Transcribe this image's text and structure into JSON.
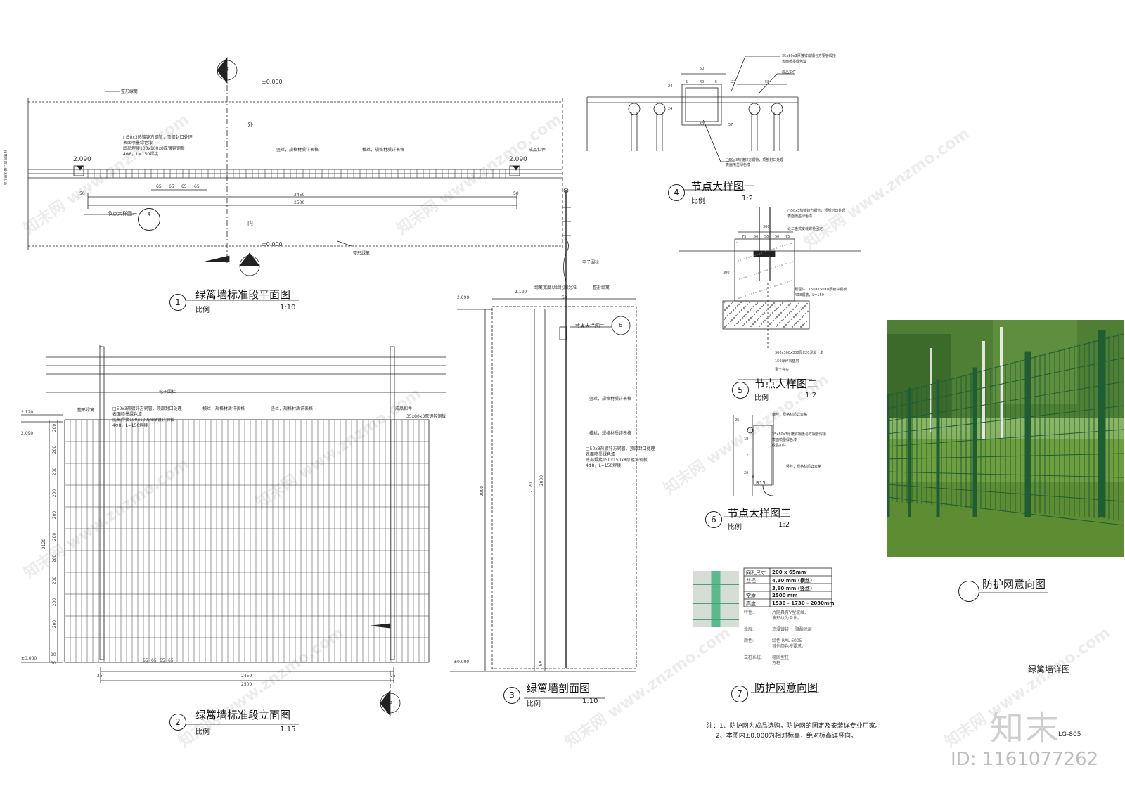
{
  "drawing_code": "LG-805",
  "sheet_title": "绿篱墙详图",
  "brand": "知末",
  "id_label": "ID: 1161077262",
  "watermark": "知末网 www.znzmo.com",
  "views": {
    "v1": {
      "num": "1",
      "title": "绿篱墙标准段平面图",
      "scale_label": "比例",
      "scale": "1:10"
    },
    "v2": {
      "num": "2",
      "title": "绿篱墙标准段立面图",
      "scale_label": "比例",
      "scale": "1:15"
    },
    "v3": {
      "num": "3",
      "title": "绿篱墙剖面图",
      "scale_label": "比例",
      "scale": "1:10"
    },
    "v4": {
      "num": "4",
      "title": "节点大样图一",
      "scale_label": "比例",
      "scale": "1:2"
    },
    "v5": {
      "num": "5",
      "title": "节点大样图二",
      "scale_label": "比例",
      "scale": "1:2"
    },
    "v6": {
      "num": "6",
      "title": "节点大样图三",
      "scale_label": "比例",
      "scale": "1:2"
    },
    "v7": {
      "num": "7",
      "title": "防护网意向图"
    },
    "photo": {
      "title": "防护网意向图"
    }
  },
  "plan": {
    "elev_top": "±0.000",
    "elev_bot": "±0.000",
    "level_l": "2.090",
    "level_r": "2.090",
    "dims": [
      "65",
      "65",
      "65",
      "65"
    ],
    "dim_2450": "2450",
    "dim_2500": "2500",
    "dim_50l": "50",
    "dim_50r": "50",
    "outer": "外",
    "inner": "内",
    "hedge_top": "整形绿篱",
    "hedge_bot": "整形绿篱",
    "side_note": "绿篱宽度以绿化图为准",
    "post_note": [
      "□50x3热镀锌方钢管，顶部封口处理",
      "表面喷墨绿色漆",
      "底部焊接100x100x8厚镀锌钢板",
      "4Φ8，L=150焊接"
    ],
    "vert_wire": "竖丝，规格材质详表格",
    "horiz_wire": "横丝，规格材质详表格",
    "product": "成品扣件",
    "node_ref": "节点大样图一",
    "node_ref_num": "4",
    "sec_top": "3",
    "sec_bot": "2"
  },
  "elevation": {
    "fence_label": "电子围栏",
    "hedge": "整形绿篱",
    "post_note": [
      "□50x3热镀锌方钢管，顶部封口处理",
      "表面喷墨绿色漆",
      "底部焊接100x100x8厚镀锌钢板",
      "4Φ8，L=150焊接"
    ],
    "horiz_wire": "横丝，规格材质详表格",
    "vert_wire": "竖丝，规格材质详表格",
    "product": "成品扣件",
    "flat_bar": "35x80x3厚镀锌钢板",
    "lv_2120": "2.120",
    "lv_2090": "2.090",
    "lv_0": "±0.000",
    "rows": [
      "200",
      "200",
      "200",
      "200",
      "200",
      "200",
      "200",
      "200",
      "200",
      "200"
    ],
    "h_total": "2120",
    "bottom_rows": [
      "90",
      "30"
    ],
    "dims": [
      "65",
      "65",
      "65",
      "65"
    ],
    "dim_2450": "2450",
    "dim_2500": "2500",
    "dim_25l": "25",
    "dim_25r": "25",
    "sec_mark": "5"
  },
  "section": {
    "dim_top": "2.120",
    "lv_2090": "2.090",
    "lv_0": "±0.000",
    "hedge_note": "绿篱宽度以绿化图为准",
    "hedge": "整形绿篱",
    "fence": "电子围栏",
    "node_ref": "节点大样图三",
    "node_ref_num": "6",
    "vert_wire": "竖丝，规格材质详表格",
    "horiz_wire": "横丝，规格材质详表格",
    "post_note": [
      "□50x3热镀锌方钢管，顶部封口处理",
      "表面喷墨绿色漆",
      "底部焊接150x150x8厚镀锌钢板",
      "4Φ8，L=150焊接"
    ],
    "dim_50": "50",
    "h_2090": "2090",
    "h_2120": "2120",
    "h_2000": "2000",
    "h_90": "90"
  },
  "node1": {
    "note1": "35x80x3厚镀锌扁钢与方钢管焊接",
    "note2": "表面喷墨绿色漆",
    "note3": "成品扣件",
    "note4": [
      "□50x3热镀锌方钢管，顶部封口处理",
      "表面喷墨绿色漆"
    ],
    "dims": [
      "50",
      "5",
      "40",
      "5",
      "50",
      "22",
      "58",
      "24",
      "24",
      "57"
    ]
  },
  "node2": {
    "note1": [
      "□50x3热镀锌方钢管，顶部封口处理",
      "表面喷墨绿色漆"
    ],
    "note2": "设三盘式安装螺栓固定",
    "note3": [
      "预埋件：150X150X8厚镀锌钢板",
      "4Φ8钢筋，L=150"
    ],
    "note4": [
      "300x300x300厚C20混凝土墩",
      "150厚碎石垫层",
      "素土夯实"
    ],
    "dims": [
      "75",
      "50",
      "50",
      "50",
      "75"
    ],
    "d300": "300",
    "d_side": "300"
  },
  "node3": {
    "n1": "横丝，规格材质详表格",
    "n2": [
      "35x80x3厚镀锌钢板与方钢管焊接",
      "表面喷墨绿色漆",
      "成品扣件"
    ],
    "n3": "竖丝，规格材质详表格",
    "dims": [
      "25",
      "18",
      "17",
      "26",
      "6"
    ],
    "r": "R15"
  },
  "spec": {
    "rows": [
      {
        "k": "网孔尺寸",
        "v": "200 x 65mm"
      },
      {
        "k": "丝径",
        "v": "4,30 mm (横丝)"
      },
      {
        "k": "",
        "v": "3,60 mm (竖丝)"
      },
      {
        "k": "宽度",
        "v": "2500 mm"
      },
      {
        "k": "高度",
        "v": "1530 - 1730 - 2030mm"
      }
    ],
    "extra": [
      {
        "k": "特性:",
        "v": [
          "片网具有V型波纹,",
          "波形纹为单件。"
        ]
      },
      {
        "k": "涂层:",
        "v": [
          "热浸镀锌 + 聚酯涂层"
        ]
      },
      {
        "k": "颜色:",
        "v": [
          "绿色 RAL 6005",
          "其他颜色按要求。"
        ]
      },
      {
        "k": "立柱系统:",
        "v": [
          "稳固型柱",
          "方柱"
        ]
      }
    ]
  },
  "notes": [
    "注：1、防护网为成品选购，防护网的固定及安装详专业厂家。",
    "2、本图内±0.000为相对标高，绝对标高详竖向。"
  ],
  "colors": {
    "line": "#222222",
    "hatch": "#666666",
    "green": "#2f7a3c",
    "grass": "#5f9a3a"
  }
}
